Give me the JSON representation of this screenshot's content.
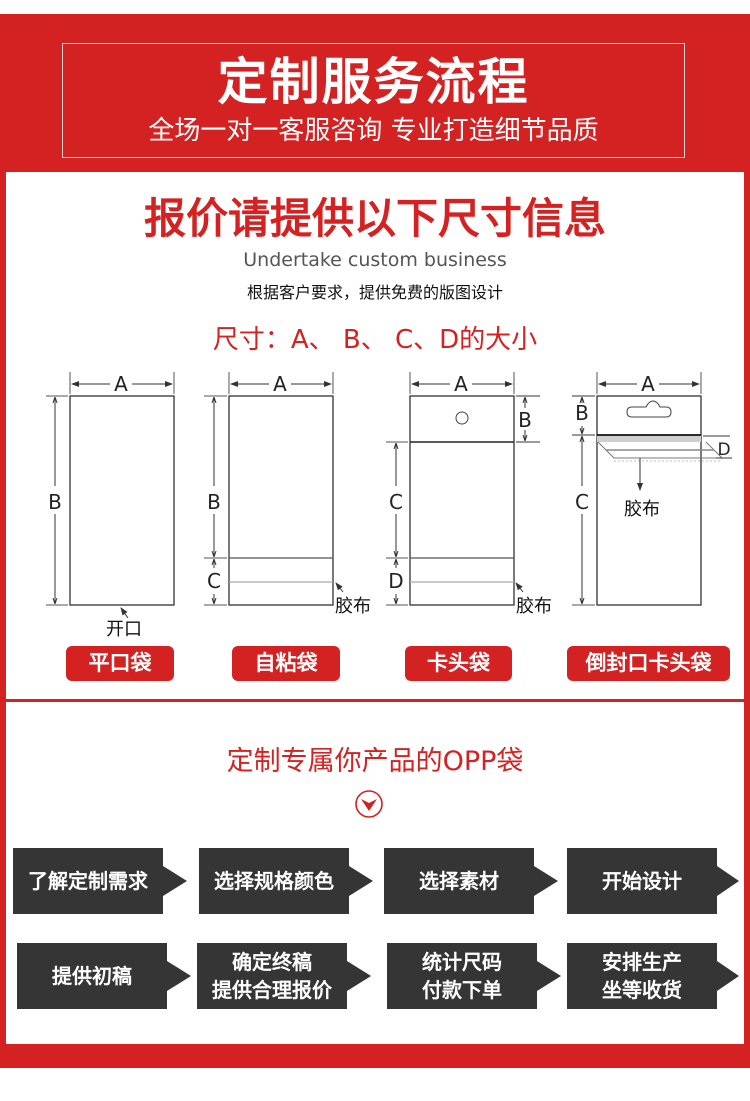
{
  "header": {
    "title": "定制服务流程",
    "subtitle": "全场一对一客服咨询 专业打造细节品质"
  },
  "quote": {
    "title": "报价请提供以下尺寸信息",
    "subtitle_en": "Undertake custom business",
    "description": "根据客户要求，提供免费的版图设计",
    "size_title": "尺寸：A、 B、 C、D的大小"
  },
  "bags": [
    {
      "name": "平口袋",
      "dims": {
        "a": "A",
        "b": "B"
      },
      "note": "开口"
    },
    {
      "name": "自粘袋",
      "dims": {
        "a": "A",
        "b": "B",
        "c": "C"
      },
      "note": "胶布"
    },
    {
      "name": "卡头袋",
      "dims": {
        "a": "A",
        "b": "B",
        "c": "C",
        "d": "D"
      },
      "note": "胶布"
    },
    {
      "name": "倒封口卡头袋",
      "dims": {
        "a": "A",
        "b": "B",
        "c": "C",
        "d": "D"
      },
      "note": "胶布"
    }
  ],
  "process": {
    "title": "定制专属你产品的OPP袋",
    "icon": "chevron-down-circle-icon",
    "steps": [
      {
        "line1": "了解定制需求",
        "line2": ""
      },
      {
        "line1": "选择规格颜色",
        "line2": ""
      },
      {
        "line1": "选择素材",
        "line2": ""
      },
      {
        "line1": "开始设计",
        "line2": ""
      },
      {
        "line1": "提供初稿",
        "line2": ""
      },
      {
        "line1": "确定终稿",
        "line2": "提供合理报价"
      },
      {
        "line1": "统计尺码",
        "line2": "付款下单"
      },
      {
        "line1": "安排生产",
        "line2": "坐等收货"
      }
    ]
  },
  "colors": {
    "brand_red": "#d42121",
    "step_dark": "#353535"
  }
}
